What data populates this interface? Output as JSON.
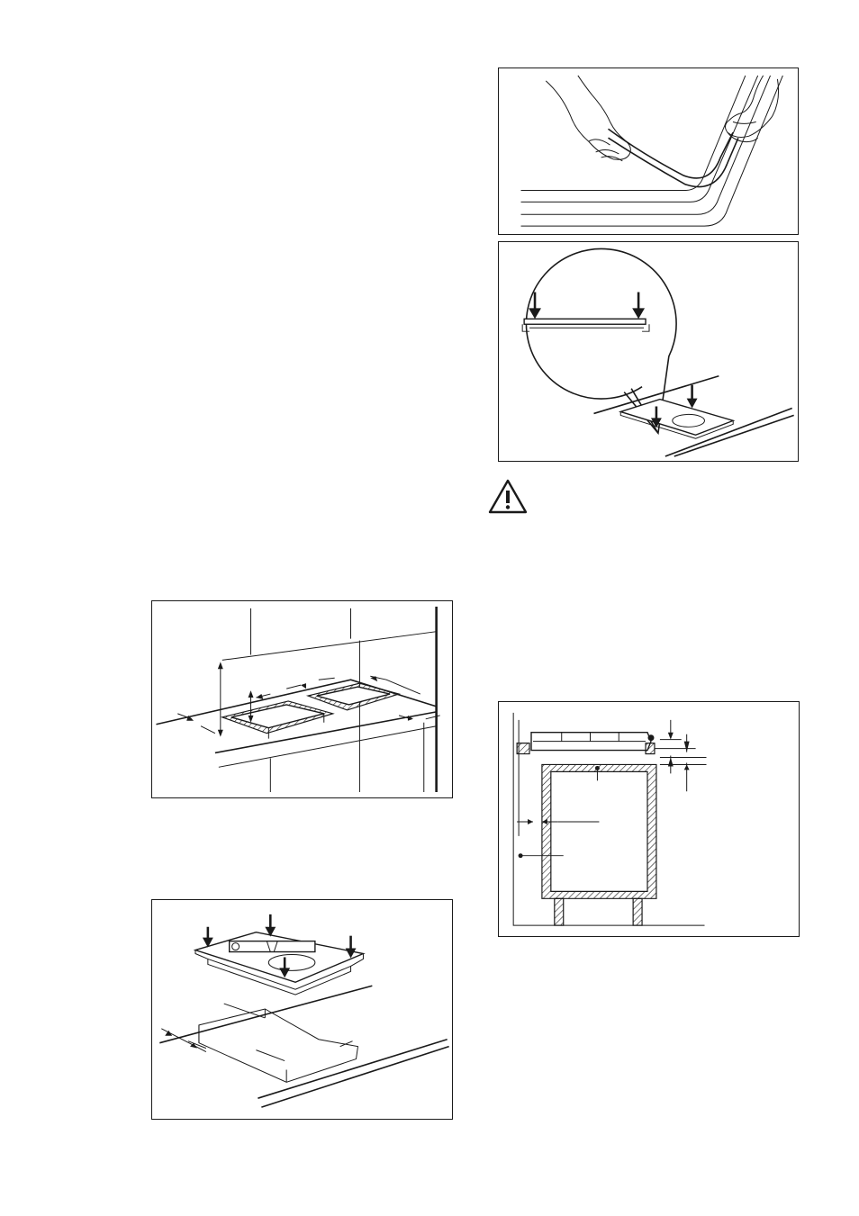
{
  "page": {
    "figures": [
      {
        "id": "fig-gasket-install",
        "icon": "hands-fitting-seal-icon"
      },
      {
        "id": "fig-hob-pressdown",
        "icon": "magnified-hob-edge-icon"
      },
      {
        "id": "fig-cutout-dimensions",
        "icon": "worktop-cutout-icon"
      },
      {
        "id": "fig-hob-level",
        "icon": "spirit-level-icon"
      },
      {
        "id": "fig-cabinet-section",
        "icon": "cabinet-cross-section-icon"
      }
    ],
    "warning": {
      "icon": "warning-triangle-icon",
      "color": "#1a1a1a"
    }
  }
}
